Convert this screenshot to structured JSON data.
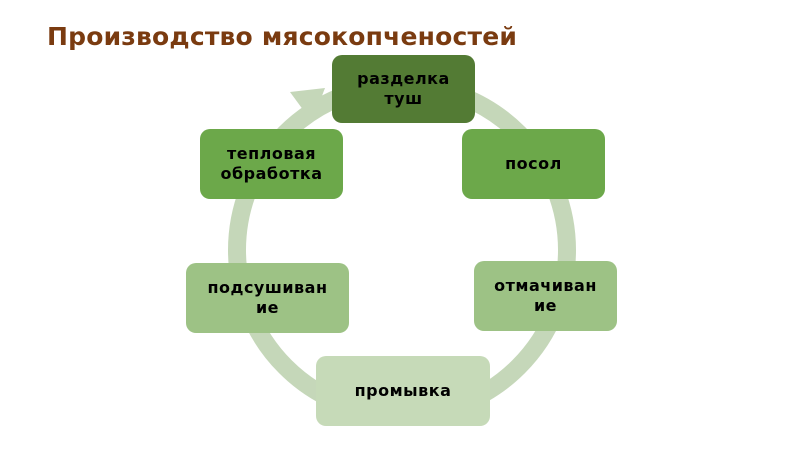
{
  "title": "Производство мясокопченостей",
  "colors": {
    "title": "#7a3b10",
    "ring": "#c5d7b9",
    "step1": "#537b34",
    "step2": "#6ca84a",
    "step3": "#6ca84a",
    "step4": "#9dc285",
    "step5": "#c6dab8",
    "step6": "#9dc285",
    "step7": "#6ca84a"
  },
  "cycle": {
    "steps": [
      {
        "label": "разделка туш"
      },
      {
        "label": "посол"
      },
      {
        "label": "отмачивание"
      },
      {
        "label": "промывка"
      },
      {
        "label": "подсушивание"
      },
      {
        "label": "тепловая обработка"
      }
    ],
    "display": [
      "разделка\nтуш",
      "посол",
      "отмачиван\nие",
      "промывка",
      "подсушиван\nие",
      "тепловая\nобработка"
    ]
  }
}
